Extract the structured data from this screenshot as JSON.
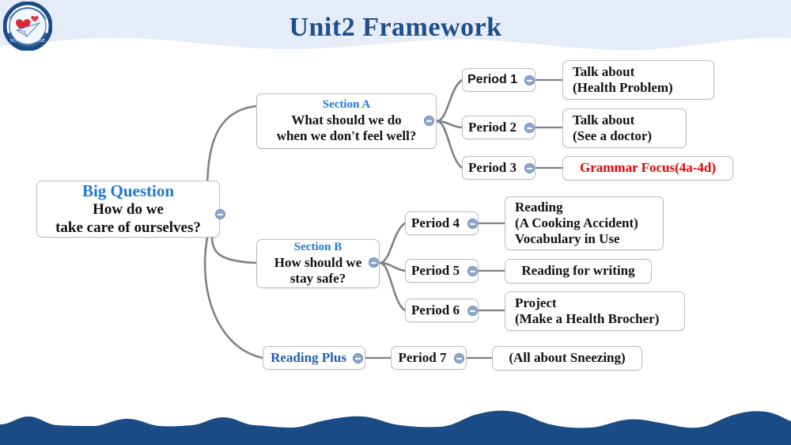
{
  "page": {
    "title": "Unit2 Framework",
    "title_color": "#1f4e89",
    "banner_color": "#e6edf9",
    "wave_color": "#1b4b85",
    "link_color": "#7e8286",
    "accent_blue": "#2079d4",
    "accent_red": "#f00000"
  },
  "logo": {
    "name": "school-badge-logo",
    "alt": "school badge with hearts and paper plane"
  },
  "mindmap": {
    "root": {
      "header": "Big Question",
      "line1": "How do we",
      "line2": "take care of ourselves?",
      "handle": "collapse-handle"
    },
    "branches": [
      {
        "id": "section-a",
        "header": "Section A",
        "line1": "What should we do",
        "line2": "when we don't feel well?",
        "periods": [
          {
            "id": "period-1",
            "label": "Period 1",
            "leaf": {
              "line1": "Talk about",
              "line2": "(Health Problem)",
              "color": "#111111"
            }
          },
          {
            "id": "period-2",
            "label": "Period 2",
            "leaf": {
              "line1": "Talk about",
              "line2": "(See a doctor)",
              "color": "#111111"
            }
          },
          {
            "id": "period-3",
            "label": "Period 3",
            "leaf": {
              "line1": "Grammar Focus(4a-4d)",
              "line2": "",
              "color": "#f00000"
            }
          }
        ]
      },
      {
        "id": "section-b",
        "header": "Section B",
        "line1": "How should we",
        "line2": "stay safe?",
        "periods": [
          {
            "id": "period-4",
            "label": "Period 4",
            "leaf": {
              "line1": "Reading",
              "line2": "(A Cooking Accident)",
              "line3": "Vocabulary in Use",
              "color": "#111111"
            }
          },
          {
            "id": "period-5",
            "label": "Period 5",
            "leaf": {
              "line1": "Reading for writing",
              "line2": "",
              "color": "#111111"
            }
          },
          {
            "id": "period-6",
            "label": "Period 6",
            "leaf": {
              "line1": "Project",
              "line2": "(Make a Health Brocher)",
              "color": "#111111"
            }
          }
        ]
      },
      {
        "id": "reading-plus",
        "header": "Reading Plus",
        "line1": "",
        "line2": "",
        "periods": [
          {
            "id": "period-7",
            "label": "Period 7",
            "leaf": {
              "line1": "(All about Sneezing)",
              "line2": "",
              "color": "#111111"
            }
          }
        ]
      }
    ]
  }
}
